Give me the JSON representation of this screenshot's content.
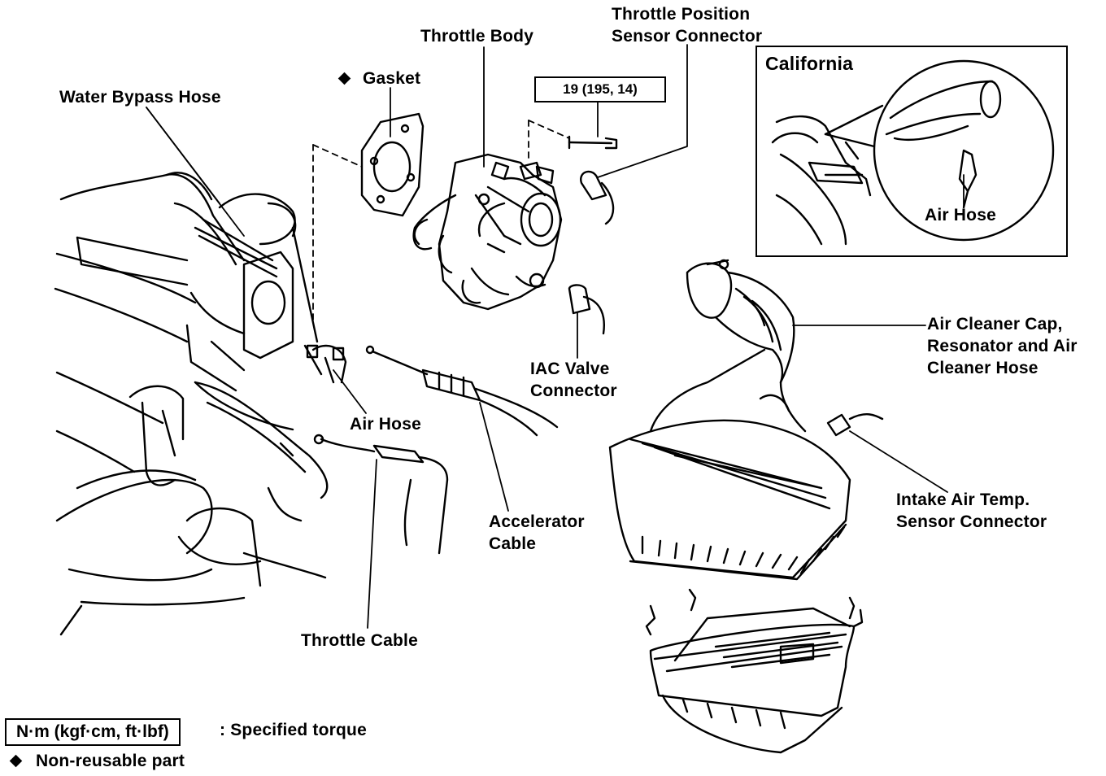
{
  "labels": {
    "throttle_position_sensor_connector": "Throttle Position\nSensor Connector",
    "throttle_body": "Throttle Body",
    "gasket": "Gasket",
    "water_bypass_hose": "Water Bypass Hose",
    "torque_value": "19 (195, 14)",
    "california": "California",
    "air_hose_inset": "Air Hose",
    "air_cleaner_cap": "Air Cleaner Cap,\nResonator and Air\nCleaner Hose",
    "iac_valve_connector": "IAC Valve\nConnector",
    "air_hose": "Air Hose",
    "accelerator_cable": "Accelerator\nCable",
    "intake_air_temp_sensor": "Intake Air Temp.\nSensor Connector",
    "throttle_cable": "Throttle Cable"
  },
  "legend": {
    "torque_unit_box": "N·m (kgf·cm, ft·lbf)",
    "torque_desc": ": Specified torque",
    "non_reusable": "Non-reusable part"
  },
  "icons": [
    "diamond-icon"
  ],
  "colors": {
    "ink": "#000000",
    "paper": "#ffffff"
  }
}
